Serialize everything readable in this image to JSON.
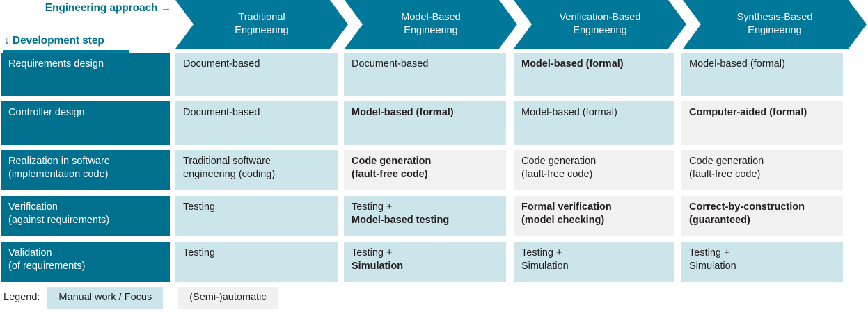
{
  "axes": {
    "columns_axis_label": "Engineering approach →",
    "rows_axis_label": "↓ Development step"
  },
  "colors": {
    "header_teal": "#00789a",
    "row_header_teal": "#00708f",
    "accent_text": "#00708f",
    "manual_cell": "#cce5ea",
    "automatic_cell": "#f1f1f1",
    "text": "#231f20"
  },
  "columns": [
    {
      "line1": "Traditional",
      "line2": "Engineering"
    },
    {
      "line1": "Model-Based",
      "line2": "Engineering"
    },
    {
      "line1": "Verification-Based",
      "line2": "Engineering"
    },
    {
      "line1": "Synthesis-Based",
      "line2": "Engineering"
    }
  ],
  "rows": [
    {
      "step": {
        "line1": "Requirements design",
        "line2": ""
      },
      "cells": [
        {
          "style": "manual",
          "line1": "Document-based",
          "line1_bold": false,
          "line2": "",
          "line2_bold": false
        },
        {
          "style": "manual",
          "line1": "Document-based",
          "line1_bold": false,
          "line2": "",
          "line2_bold": false
        },
        {
          "style": "manual",
          "line1": "Model-based (formal)",
          "line1_bold": true,
          "line2": "",
          "line2_bold": false
        },
        {
          "style": "manual",
          "line1": "Model-based (formal)",
          "line1_bold": false,
          "line2": "",
          "line2_bold": false
        }
      ]
    },
    {
      "step": {
        "line1": "Controller design",
        "line2": ""
      },
      "cells": [
        {
          "style": "manual",
          "line1": "Document-based",
          "line1_bold": false,
          "line2": "",
          "line2_bold": false
        },
        {
          "style": "manual",
          "line1": "Model-based (formal)",
          "line1_bold": true,
          "line2": "",
          "line2_bold": false
        },
        {
          "style": "manual",
          "line1": "Model-based (formal)",
          "line1_bold": false,
          "line2": "",
          "line2_bold": false
        },
        {
          "style": "auto",
          "line1": "Computer-aided (formal)",
          "line1_bold": true,
          "line2": "",
          "line2_bold": false
        }
      ]
    },
    {
      "step": {
        "line1": "Realization in software",
        "line2": "(implementation code)"
      },
      "cells": [
        {
          "style": "manual",
          "line1": "Traditional software",
          "line1_bold": false,
          "line2": "engineering (coding)",
          "line2_bold": false
        },
        {
          "style": "auto",
          "line1": "Code generation",
          "line1_bold": true,
          "line2": "(fault-free code)",
          "line2_bold": true
        },
        {
          "style": "auto",
          "line1": "Code generation",
          "line1_bold": false,
          "line2": "(fault-free code)",
          "line2_bold": false
        },
        {
          "style": "auto",
          "line1": "Code generation",
          "line1_bold": false,
          "line2": "(fault-free code)",
          "line2_bold": false
        }
      ]
    },
    {
      "step": {
        "line1": "Verification",
        "line2": "(against requirements)"
      },
      "cells": [
        {
          "style": "manual",
          "line1": "Testing",
          "line1_bold": false,
          "line2": "",
          "line2_bold": false
        },
        {
          "style": "manual",
          "line1": "Testing +",
          "line1_bold": false,
          "line2": "Model-based testing",
          "line2_bold": true
        },
        {
          "style": "auto",
          "line1": "Formal verification",
          "line1_bold": true,
          "line2": "(model checking)",
          "line2_bold": true
        },
        {
          "style": "auto",
          "line1": "Correct-by-construction",
          "line1_bold": true,
          "line2": "(guaranteed)",
          "line2_bold": true
        }
      ]
    },
    {
      "step": {
        "line1": "Validation",
        "line2": "(of requirements)"
      },
      "cells": [
        {
          "style": "manual",
          "line1": "Testing",
          "line1_bold": false,
          "line2": "",
          "line2_bold": false
        },
        {
          "style": "manual",
          "line1": "Testing +",
          "line1_bold": false,
          "line2": "Simulation",
          "line2_bold": true
        },
        {
          "style": "manual",
          "line1": "Testing +",
          "line1_bold": false,
          "line2": "Simulation",
          "line2_bold": false
        },
        {
          "style": "manual",
          "line1": "Testing +",
          "line1_bold": false,
          "line2": "Simulation",
          "line2_bold": false
        }
      ]
    }
  ],
  "legend": {
    "label": "Legend:",
    "items": [
      {
        "style": "manual",
        "text": "Manual work / Focus"
      },
      {
        "style": "auto",
        "text": "(Semi-)automatic"
      }
    ]
  }
}
